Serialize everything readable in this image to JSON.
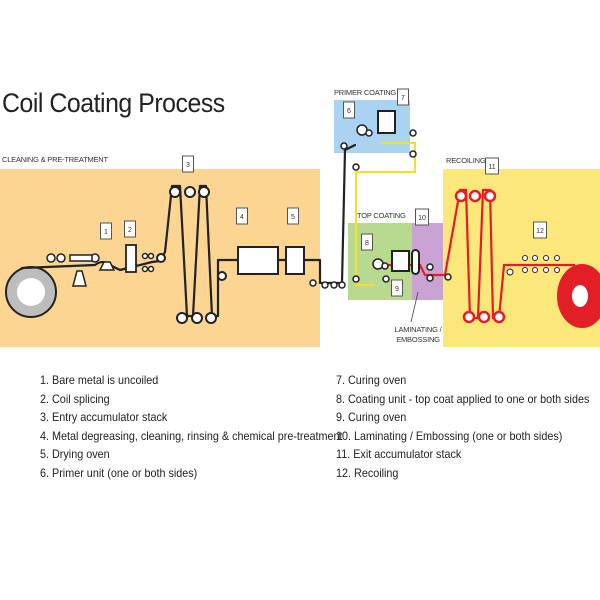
{
  "title": "Coil Coating Process",
  "sections": {
    "cleaning": "CLEANING & PRE-TREATMENT",
    "primer": "PRIMER COATING",
    "top": "TOP COATING",
    "recoiling": "RECOILING",
    "laminating_line1": "LAMINATING /",
    "laminating_line2": "EMBOSSING"
  },
  "colors": {
    "cleaning_bg": "#fcd592",
    "primer_bg": "#a9d3f1",
    "top_bg": "#b8da8e",
    "laminating_bg": "#c8a3d4",
    "recoiling_bg": "#fbe77a",
    "strip_dark": "#222222",
    "strip_yellow": "#f2de3a",
    "strip_red": "#e21f26"
  },
  "markers": [
    "1",
    "2",
    "3",
    "4",
    "5",
    "6",
    "7",
    "8",
    "9",
    "10",
    "11",
    "12"
  ],
  "steps": [
    "1. Bare metal is uncoiled",
    "2. Coil splicing",
    "3. Entry accumulator stack",
    "4. Metal degreasing, cleaning, rinsing & chemical pre-treatment",
    "5. Drying oven",
    "6. Primer unit (one or both sides)",
    "7. Curing oven",
    "8. Coating unit - top coat applied to one or both sides",
    "9. Curing oven",
    "10. Laminating / Embossing (one or both sides)",
    "11. Exit accumulator stack",
    "12. Recoiling"
  ]
}
